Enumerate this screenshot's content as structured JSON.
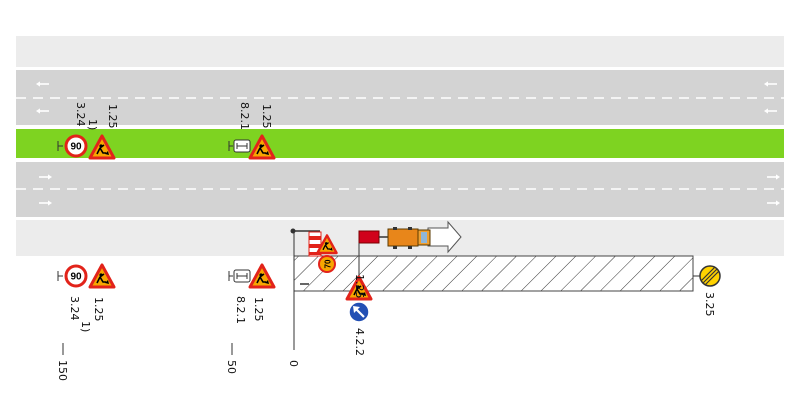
{
  "labels": {
    "top_a_code": "1.25",
    "top_a_speed": "3.24",
    "top_a_note": "1)",
    "top_b_code": "1.25",
    "top_b_plate": "8.2.1",
    "bot_a_code": "1.25",
    "bot_a_speed": "3.24",
    "bot_a_note": "1)",
    "bot_b_code": "1.25",
    "bot_b_plate": "8.2.1",
    "work_sign": "1.25",
    "keep_left": "4.2.2",
    "end_sign": "3.25",
    "dist_150": "150",
    "dist_50": "50",
    "dist_0": "0"
  },
  "signs": {
    "speed_limit_value": "90",
    "barrier_speed_value": "70"
  },
  "colors": {
    "median": "#7ed321",
    "road": "#d3d3d3",
    "warning_border": "#e2231a",
    "warning_fill": "#f7a600",
    "mandatory_blue": "#2350b4",
    "end_yellow": "#ffd200"
  },
  "icons": [
    "roadworks-warning-icon",
    "speed-limit-icon",
    "distance-plate-icon",
    "keep-left-icon",
    "end-of-restrictions-icon",
    "barrier-board-icon",
    "truck-mounted-attenuator-icon",
    "lane-arrow-icon"
  ]
}
